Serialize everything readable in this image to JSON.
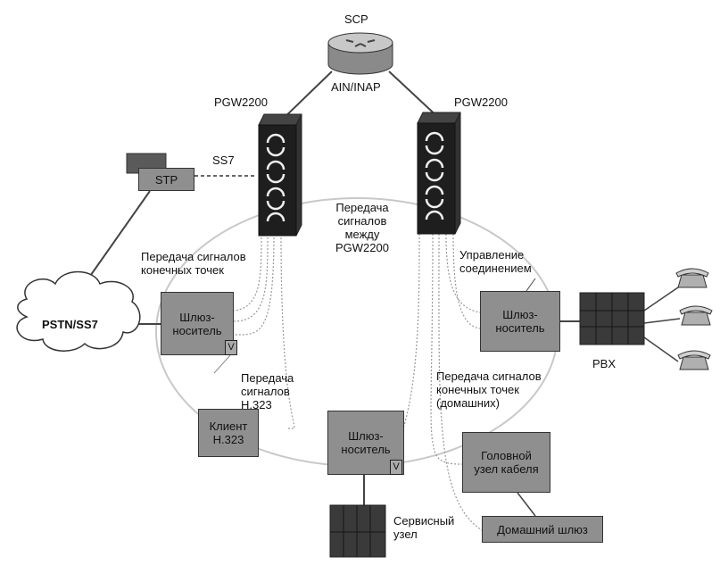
{
  "colors": {
    "box_fill": "#8f8f8f",
    "tower_fill": "#1e1e1e",
    "dark_device": "#3a3a3a",
    "line": "#333333"
  },
  "icons": {
    "router": "router-icon",
    "phone": "telephone-icon",
    "cloud": "cloud-icon"
  },
  "nodes": {
    "scp": "SCP",
    "ain_inap": "AIN/INAP",
    "pgw_left": "PGW2200",
    "pgw_right": "PGW2200",
    "stp": "STP",
    "ss7": "SS7",
    "pstn": "PSTN/SS7",
    "gw_left": "Шлюз-\nноситель",
    "gw_right": "Шлюз-\nноситель",
    "gw_bottom": "Шлюз-\nноситель",
    "client_h323": "Клиент\nH.323",
    "headend": "Головной\nузел кабеля",
    "home_gw": "Домашний шлюз",
    "pbx": "PBX",
    "service_node": "Сервисный\nузел",
    "v_mark": "V"
  },
  "annotations": {
    "between_pgw": "Передача\nсигналов\nмежду\nPGW2200",
    "endpoint_left": "Передача сигналов\nконечных точек",
    "conn_control": "Управление\nсоединением",
    "h323_signal": "Передача\nсигналов\nH.323",
    "endpoint_home": "Передача сигналов\nконечных точек\n(домашних)"
  }
}
